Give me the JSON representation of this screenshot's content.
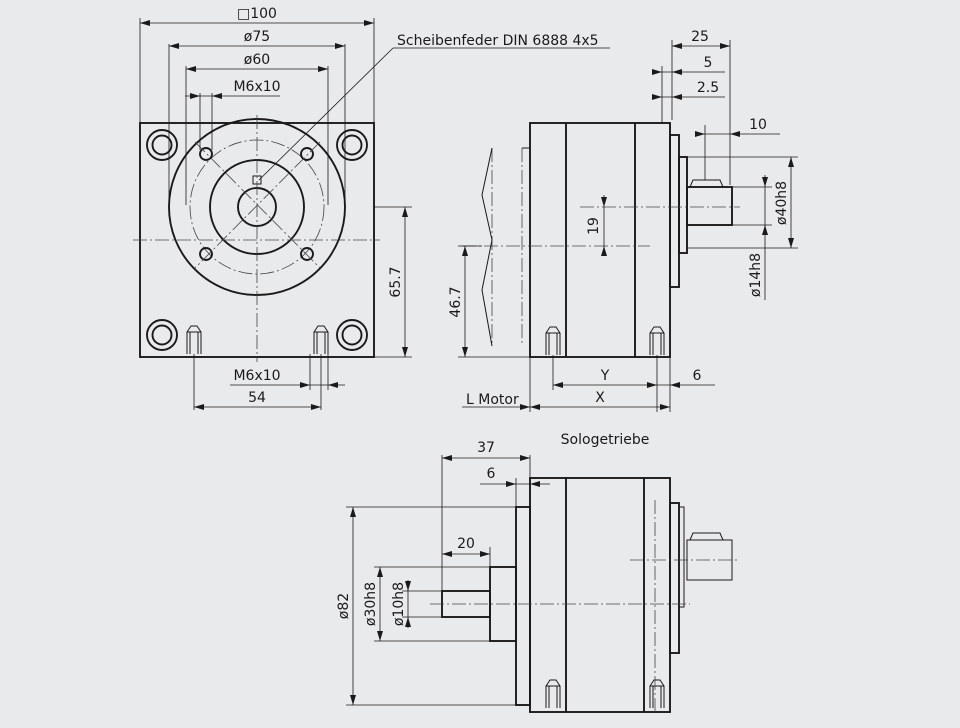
{
  "dims": {
    "square": "□100",
    "d75": "ø75",
    "d60": "ø60",
    "m6_top": "M6x10",
    "key": "Scheibenfeder DIN 6888 4x5",
    "m6_bottom": "M6x10",
    "d54": "54",
    "h657": "65.7",
    "h467": "46.7",
    "d25": "25",
    "d5": "5",
    "d25b": "2.5",
    "d10": "10",
    "d40h8": "ø40h8",
    "d19": "19",
    "d14h8": "ø14h8",
    "y": "Y",
    "x": "X",
    "d6": "6",
    "lmotor": "L Motor",
    "solo": "Sologetriebe",
    "d37": "37",
    "d6b": "6",
    "d20": "20",
    "d82": "ø82",
    "d30h8": "ø30h8",
    "d10h8": "ø10h8"
  }
}
